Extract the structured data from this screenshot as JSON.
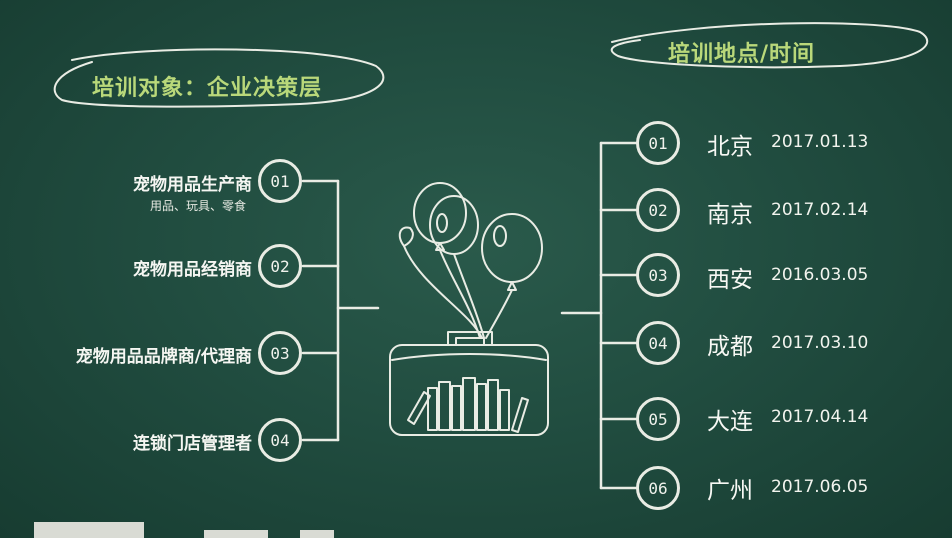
{
  "left_heading": "培训对象：企业决策层",
  "right_heading": "培训地点/时间",
  "audiences": [
    {
      "num": "01",
      "label": "宠物用品生产商",
      "sub": "用品、玩具、零食"
    },
    {
      "num": "02",
      "label": "宠物用品经销商",
      "sub": ""
    },
    {
      "num": "03",
      "label": "宠物用品品牌商/代理商",
      "sub": ""
    },
    {
      "num": "04",
      "label": "连锁门店管理者",
      "sub": ""
    }
  ],
  "sessions": [
    {
      "num": "01",
      "city": "北京",
      "date": "2017.01.13"
    },
    {
      "num": "02",
      "city": "南京",
      "date": "2017.02.14"
    },
    {
      "num": "03",
      "city": "西安",
      "date": "2016.03.05"
    },
    {
      "num": "04",
      "city": "成都",
      "date": "2017.03.10"
    },
    {
      "num": "05",
      "city": "大连",
      "date": "2017.04.14"
    },
    {
      "num": "06",
      "city": "广州",
      "date": "2017.06.05"
    }
  ],
  "colors": {
    "board": "#1f4a3d",
    "chalk": "#e9ece4",
    "heading": "#b9d87a"
  },
  "illustration": "suitcase-with-books-and-balloons-icon"
}
